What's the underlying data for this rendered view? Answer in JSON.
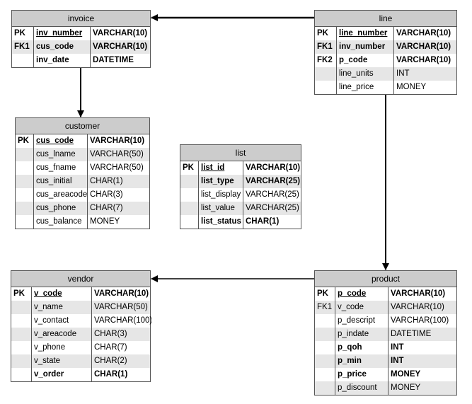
{
  "tables": [
    {
      "id": "invoice",
      "name": "invoice",
      "rows": [
        {
          "key": "PK",
          "name": "inv_number",
          "type": "VARCHAR(10)",
          "bold": true,
          "underline": true
        },
        {
          "key": "FK1",
          "name": "cus_code",
          "type": "VARCHAR(10)",
          "bold": true,
          "underline": false
        },
        {
          "key": "",
          "name": "inv_date",
          "type": "DATETIME",
          "bold": true,
          "underline": false
        }
      ]
    },
    {
      "id": "line",
      "name": "line",
      "rows": [
        {
          "key": "PK",
          "name": "line_number",
          "type": "VARCHAR(10)",
          "bold": true,
          "underline": true
        },
        {
          "key": "FK1",
          "name": "inv_number",
          "type": "VARCHAR(10)",
          "bold": true,
          "underline": false
        },
        {
          "key": "FK2",
          "name": "p_code",
          "type": "VARCHAR(10)",
          "bold": true,
          "underline": false
        },
        {
          "key": "",
          "name": "line_units",
          "type": "INT",
          "bold": false,
          "underline": false
        },
        {
          "key": "",
          "name": "line_price",
          "type": "MONEY",
          "bold": false,
          "underline": false
        }
      ]
    },
    {
      "id": "customer",
      "name": "customer",
      "rows": [
        {
          "key": "PK",
          "name": "cus_code",
          "type": "VARCHAR(10)",
          "bold": true,
          "underline": true
        },
        {
          "key": "",
          "name": "cus_lname",
          "type": "VARCHAR(50)",
          "bold": false,
          "underline": false
        },
        {
          "key": "",
          "name": "cus_fname",
          "type": "VARCHAR(50)",
          "bold": false,
          "underline": false
        },
        {
          "key": "",
          "name": "cus_initial",
          "type": "CHAR(1)",
          "bold": false,
          "underline": false
        },
        {
          "key": "",
          "name": "cus_areacode",
          "type": "CHAR(3)",
          "bold": false,
          "underline": false
        },
        {
          "key": "",
          "name": "cus_phone",
          "type": "CHAR(7)",
          "bold": false,
          "underline": false
        },
        {
          "key": "",
          "name": "cus_balance",
          "type": "MONEY",
          "bold": false,
          "underline": false
        }
      ]
    },
    {
      "id": "list",
      "name": "list",
      "rows": [
        {
          "key": "PK",
          "name": "list_id",
          "type": "VARCHAR(10)",
          "bold": true,
          "underline": true
        },
        {
          "key": "",
          "name": "list_type",
          "type": "VARCHAR(25)",
          "bold": true,
          "underline": false
        },
        {
          "key": "",
          "name": "list_display",
          "type": "VARCHAR(25)",
          "bold": false,
          "underline": false
        },
        {
          "key": "",
          "name": "list_value",
          "type": "VARCHAR(25)",
          "bold": false,
          "underline": false
        },
        {
          "key": "",
          "name": "list_status",
          "type": "CHAR(1)",
          "bold": true,
          "underline": false
        }
      ]
    },
    {
      "id": "vendor",
      "name": "vendor",
      "rows": [
        {
          "key": "PK",
          "name": "v_code",
          "type": "VARCHAR(10)",
          "bold": true,
          "underline": true
        },
        {
          "key": "",
          "name": "v_name",
          "type": "VARCHAR(50)",
          "bold": false,
          "underline": false
        },
        {
          "key": "",
          "name": "v_contact",
          "type": "VARCHAR(100)",
          "bold": false,
          "underline": false
        },
        {
          "key": "",
          "name": "v_areacode",
          "type": "CHAR(3)",
          "bold": false,
          "underline": false
        },
        {
          "key": "",
          "name": "v_phone",
          "type": "CHAR(7)",
          "bold": false,
          "underline": false
        },
        {
          "key": "",
          "name": "v_state",
          "type": "CHAR(2)",
          "bold": false,
          "underline": false
        },
        {
          "key": "",
          "name": "v_order",
          "type": "CHAR(1)",
          "bold": true,
          "underline": false
        }
      ]
    },
    {
      "id": "product",
      "name": "product",
      "rows": [
        {
          "key": "PK",
          "name": "p_code",
          "type": "VARCHAR(10)",
          "bold": true,
          "underline": true
        },
        {
          "key": "FK1",
          "name": "v_code",
          "type": "VARCHAR(10)",
          "bold": false,
          "underline": false
        },
        {
          "key": "",
          "name": "p_descript",
          "type": "VARCHAR(100)",
          "bold": false,
          "underline": false
        },
        {
          "key": "",
          "name": "p_indate",
          "type": "DATETIME",
          "bold": false,
          "underline": false
        },
        {
          "key": "",
          "name": "p_qoh",
          "type": "INT",
          "bold": true,
          "underline": false
        },
        {
          "key": "",
          "name": "p_min",
          "type": "INT",
          "bold": true,
          "underline": false
        },
        {
          "key": "",
          "name": "p_price",
          "type": "MONEY",
          "bold": true,
          "underline": false
        },
        {
          "key": "",
          "name": "p_discount",
          "type": "MONEY",
          "bold": false,
          "underline": false
        }
      ]
    }
  ],
  "relationships": [
    {
      "from": "line",
      "to": "invoice"
    },
    {
      "from": "invoice",
      "to": "customer"
    },
    {
      "from": "line",
      "to": "product"
    },
    {
      "from": "product",
      "to": "vendor"
    }
  ],
  "colors": {
    "header": "#cccccc",
    "stripe": "#e6e6e6",
    "border": "#555555",
    "line": "#000000"
  }
}
